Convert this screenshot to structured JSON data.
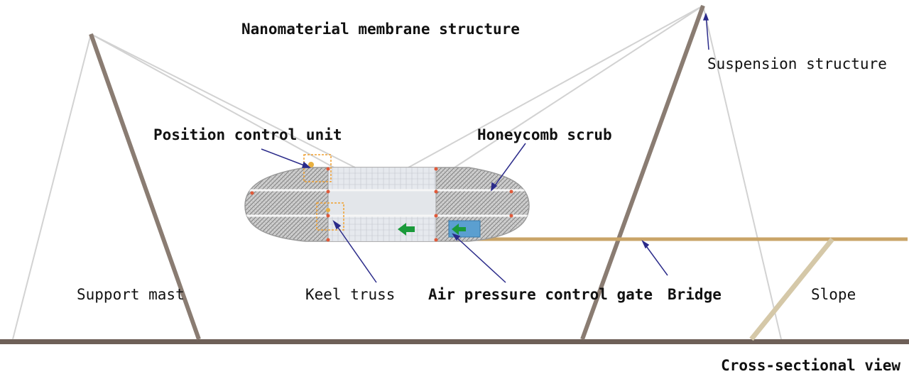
{
  "labels": {
    "membrane": "Nanomaterial membrane structure",
    "suspension": "Suspension structure",
    "position_control": "Position control unit",
    "honeycomb": "Honeycomb scrub",
    "support_mast": "Support mast",
    "keel_truss": "Keel truss",
    "air_pressure_gate": "Air pressure control gate",
    "bridge": "Bridge",
    "slope": "Slope",
    "view_title": "Cross-sectional view"
  },
  "colors": {
    "mast": "#8a7c72",
    "cable": "#d2d2d2",
    "ground": "#6e6058",
    "bridge": "#c9a468",
    "slope": "#d5c8a8",
    "pointer": "#2b2b8a",
    "gate": "#5b9fd0",
    "arrow": "#1a9a3a",
    "control_box": "#f0a030",
    "node": "#e05a3a",
    "hull": "#9a9a9a"
  }
}
